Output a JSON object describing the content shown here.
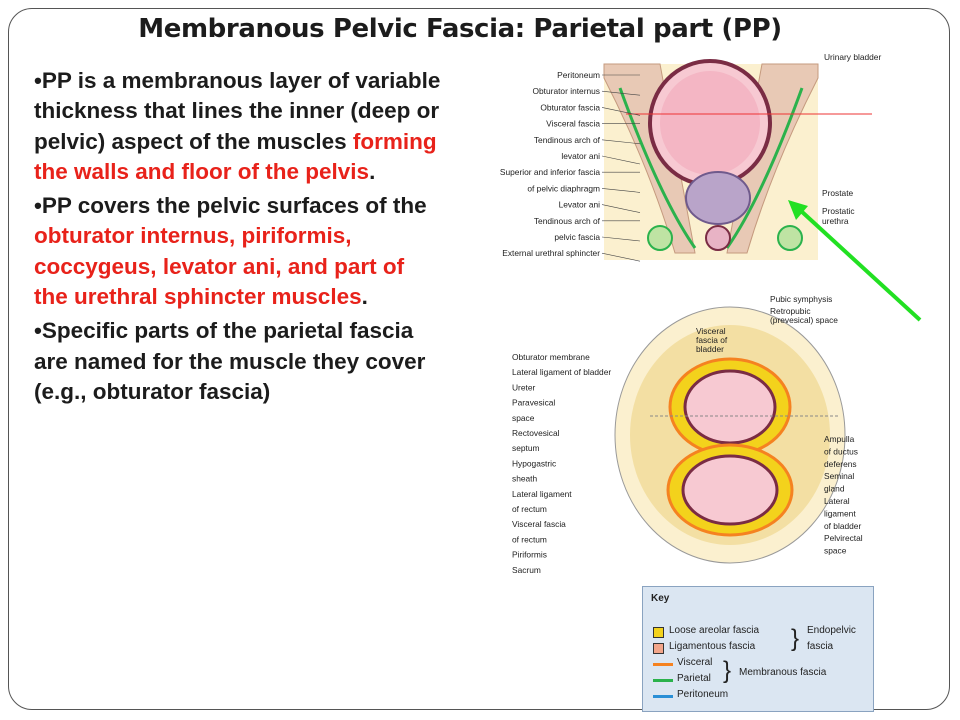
{
  "title": "Membranous Pelvic Fascia: Parietal part (PP)",
  "bullets": {
    "b1": {
      "p1": "PP is a membranous layer of variable thickness that lines the inner (deep or pelvic) aspect of the muscles ",
      "red": "forming the walls and floor of the pelvis",
      "p2": "."
    },
    "b2": {
      "p1": "PP covers the pelvic surfaces of the ",
      "red": "obturator internus, piriformis, coccygeus, levator ani, and part of the urethral sphincter muscles",
      "p2": "."
    },
    "b3": {
      "p1": "Specific parts of the parietal fascia are named for the muscle they cover (e.g., obturator fascia)"
    }
  },
  "fig1": {
    "labels": [
      "Peritoneum",
      "Obturator internus",
      "Obturator fascia",
      "Visceral fascia",
      "Tendinous arch of",
      "levator ani",
      "Superior and inferior fascia",
      "of pelvic diaphragm",
      "Levator ani",
      "Tendinous arch of",
      "pelvic fascia",
      "External urethral sphincter"
    ],
    "right_labels": [
      "Urinary bladder",
      "Prostate",
      "Prostatic",
      "urethra"
    ]
  },
  "fig2": {
    "top_labels": [
      "Pubic symphysis",
      "Retropubic",
      "(prevesical) space",
      "Visceral",
      "fascia of",
      "bladder"
    ],
    "left_labels": [
      "Obturator membrane",
      "Lateral ligament of bladder",
      "Ureter",
      "Paravesical",
      "space",
      "Rectovesical",
      "septum",
      "Hypogastric",
      "sheath",
      "Lateral ligament",
      "of rectum",
      "Visceral fascia",
      "of rectum",
      "Piriformis",
      "Sacrum"
    ],
    "right_labels": [
      "Ampulla",
      "of ductus",
      "deferens",
      "Seminal",
      "gland",
      "Lateral",
      "ligament",
      "of bladder",
      "Pelvirectal",
      "space"
    ]
  },
  "key": {
    "heading": "Key",
    "loose": "Loose areolar fascia",
    "ligamentous": "Ligamentous fascia",
    "endopelvic_1": "Endopelvic",
    "endopelvic_2": "fascia",
    "visceral": "Visceral",
    "parietal": "Parietal",
    "peritoneum": "Peritoneum",
    "membranous": "Membranous fascia",
    "colors": {
      "loose": "#f3d21c",
      "ligamentous": "#f2a58a",
      "visceral": "#f58220",
      "parietal": "#2bb24c",
      "peritoneum": "#2a8fd6"
    }
  },
  "arrow_color": "#22e022"
}
